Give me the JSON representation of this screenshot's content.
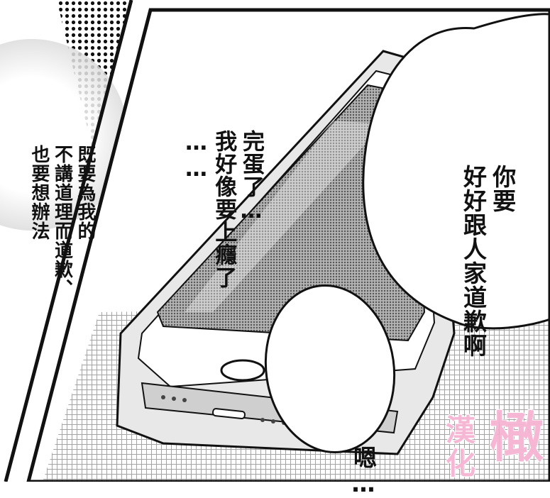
{
  "colors": {
    "ink": "#111111",
    "paper": "#ffffff",
    "screen_tone": "#8a8a8a",
    "watermark": "#f4a6c9"
  },
  "left_panel": {
    "caption_lines": [
      "既要為我的",
      "不講道理而道歉、",
      "也要想辦法"
    ]
  },
  "right_panel": {
    "thought_lines": [
      "完蛋了…",
      "我好像要上癮了",
      "……"
    ],
    "bubble_large_lines": [
      "你要",
      "好好跟人家道歉啊"
    ],
    "bubble_small_lines": [
      "嗯…"
    ]
  },
  "watermark": {
    "line_1": "橄",
    "line_2": "漢",
    "line_3": "化"
  },
  "icons": [
    "smartphone-icon",
    "home-button-icon"
  ]
}
